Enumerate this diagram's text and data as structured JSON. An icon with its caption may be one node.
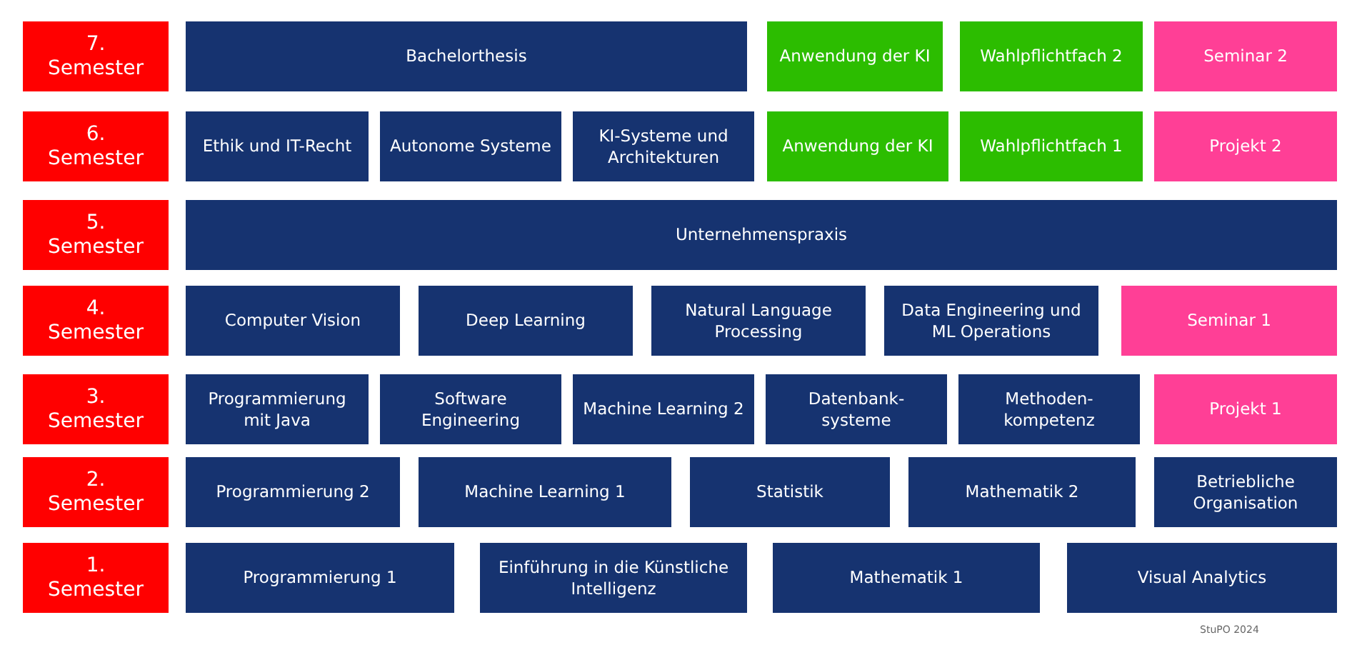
{
  "diagram": {
    "nodes": [
      {
        "text": [
          "7. Semester"
        ]
      },
      {
        "text": [
          "Bachelorthesis"
        ]
      },
      {
        "text": [
          "Anwendung der KI"
        ]
      },
      {
        "text": [
          "Wahlpflichtfach 2"
        ]
      },
      {
        "text": [
          "Seminar 2"
        ]
      },
      {
        "text": [
          "6. Semester"
        ]
      },
      {
        "text": [
          "Ethik und IT-Recht"
        ]
      },
      {
        "text": [
          "Autonome Systeme"
        ]
      },
      {
        "text": [
          "KI-Systeme und Architekturen"
        ]
      },
      {
        "text": [
          "Anwendung der KI"
        ]
      },
      {
        "text": [
          "Wahlpflichtfach 1"
        ]
      },
      {
        "text": [
          "Projekt 2"
        ]
      },
      {
        "text": [
          "5. Semester"
        ]
      },
      {
        "text": [
          "Unternehmenspraxis"
        ]
      },
      {
        "text": [
          "4. Semester"
        ]
      },
      {
        "text": [
          "Computer Vision"
        ]
      },
      {
        "text": [
          "Deep Learning"
        ]
      },
      {
        "text": [
          "Natural Language Processing"
        ]
      },
      {
        "text": [
          "Data Engineering  und ML Operations"
        ]
      },
      {
        "text": [
          "Seminar 1"
        ]
      },
      {
        "text": [
          "3. Semester"
        ]
      },
      {
        "text": [
          "Programmierung mit Java"
        ]
      },
      {
        "text": [
          "Software Engineering"
        ]
      },
      {
        "text": [
          "Machine Learning 2"
        ]
      },
      {
        "text": [
          "Datenbank-systeme"
        ]
      },
      {
        "text": [
          "Methoden-kompetenz"
        ]
      },
      {
        "text": [
          "Projekt 1"
        ]
      },
      {
        "text": [
          "2. Semester"
        ]
      },
      {
        "text": [
          "Programmierung 2"
        ]
      },
      {
        "text": [
          "Machine Learning 1"
        ]
      },
      {
        "text": [
          "Statistik"
        ]
      },
      {
        "text": [
          "Mathematik 2"
        ]
      },
      {
        "text": [
          "Betriebliche Organisation"
        ]
      },
      {
        "text": [
          "1. Semester"
        ]
      },
      {
        "text": [
          "Programmierung 1"
        ]
      },
      {
        "text": [
          "Einführung in die Künstliche Intelligenz"
        ]
      },
      {
        "text": [
          "Mathematik 1"
        ]
      },
      {
        "text": [
          "Visual Analytics"
        ]
      }
    ],
    "labels": [
      "StuPO 2024"
    ]
  }
}
